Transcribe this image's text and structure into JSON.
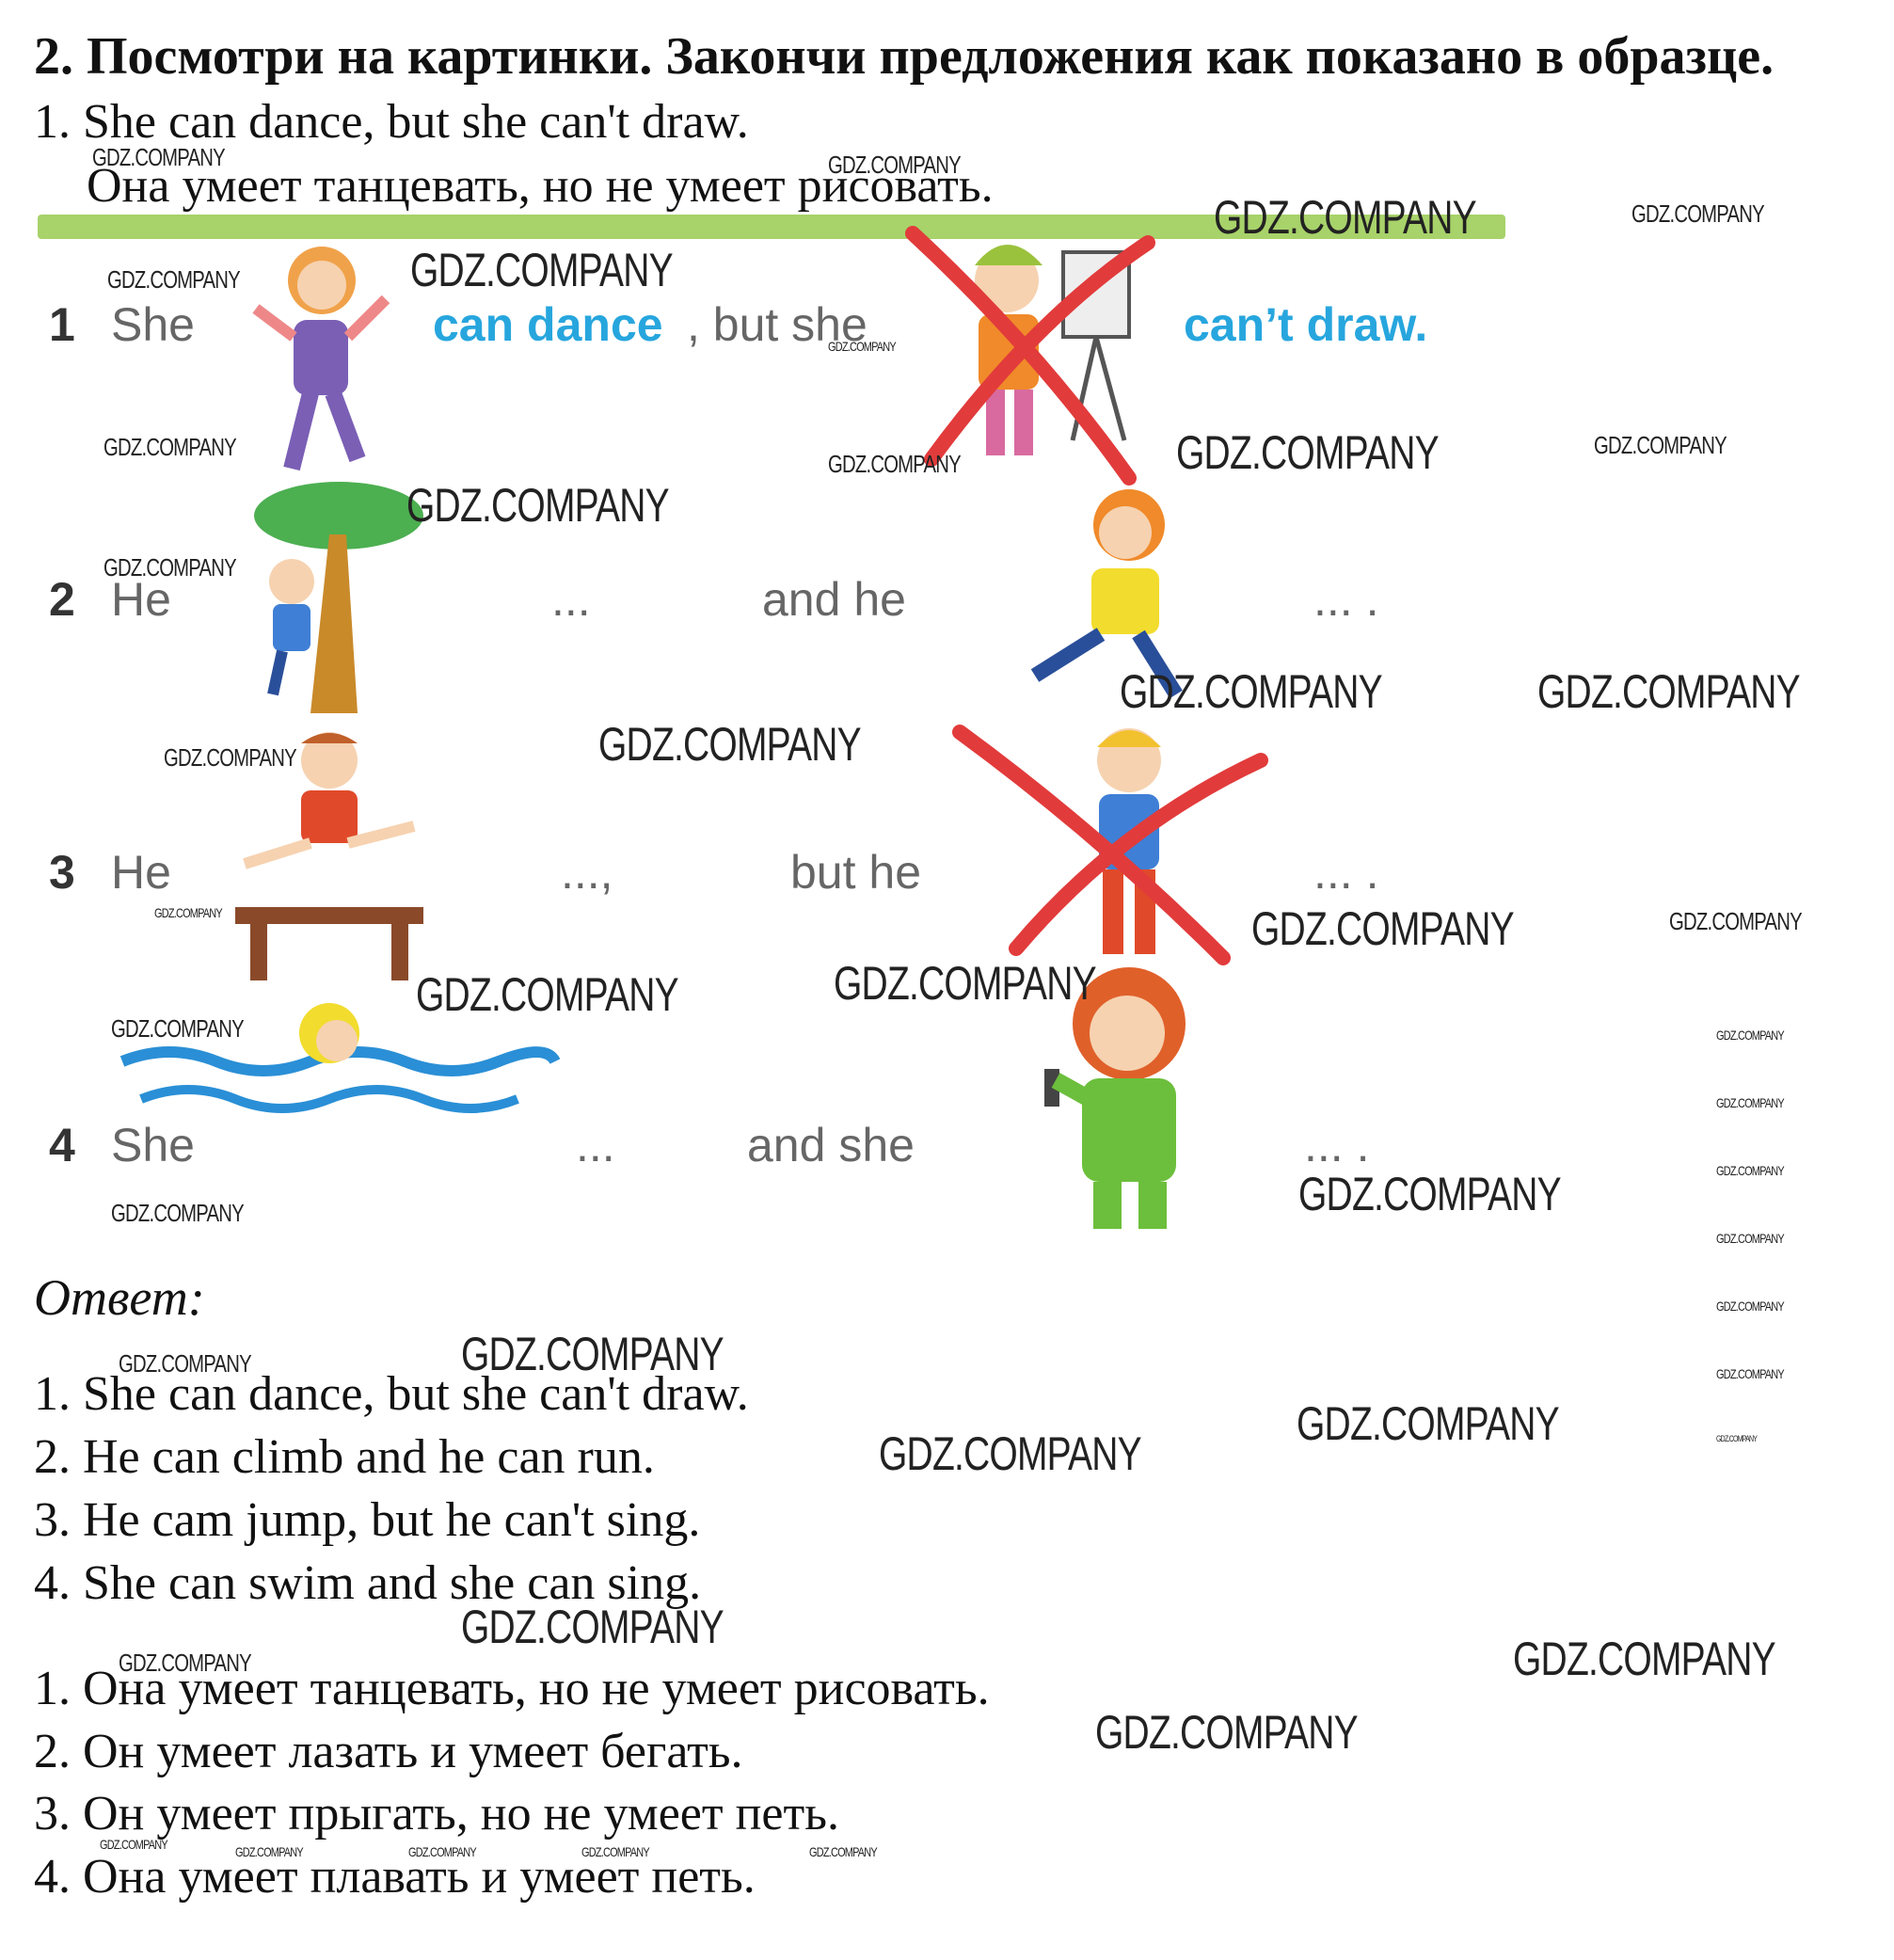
{
  "task": {
    "title": "2. Посмотри на картинки. Закончи предложения как показано в образце.",
    "example_en": "1. She can dance, but she can't draw.",
    "example_ru": "Она умеет танцевать, но не умеет рисовать."
  },
  "exercise": {
    "rows": [
      {
        "num": "1",
        "subject": "She",
        "part1": "can dance",
        "conj": ", but she",
        "part2": "can’t draw."
      },
      {
        "num": "2",
        "subject": "He",
        "part1": "...",
        "conj": "and he",
        "part2": "... ."
      },
      {
        "num": "3",
        "subject": "He",
        "part1": "...,",
        "conj": "but he",
        "part2": "... ."
      },
      {
        "num": "4",
        "subject": "She",
        "part1": "...",
        "conj": "and she",
        "part2": "... ."
      }
    ]
  },
  "answer": {
    "label": "Ответ:",
    "english": [
      "1. She can dance, but she can't draw.",
      "2. He can climb and he can run.",
      "3. He cam jump, but he can't sing.",
      "4. She can swim and she can sing."
    ],
    "russian": [
      "1. Она умеет танцевать, но не умеет рисовать.",
      "2. Он умеет лазать и умеет бегать.",
      "3. Он умеет прыгать, но не умеет петь.",
      "4. Она умеет плавать и умеет петь."
    ]
  },
  "watermark": "GDZ.COMPANY",
  "colors": {
    "accent_blue": "#27a6de",
    "bar_green": "#a8d26a",
    "cross_red": "#e23b3b"
  }
}
